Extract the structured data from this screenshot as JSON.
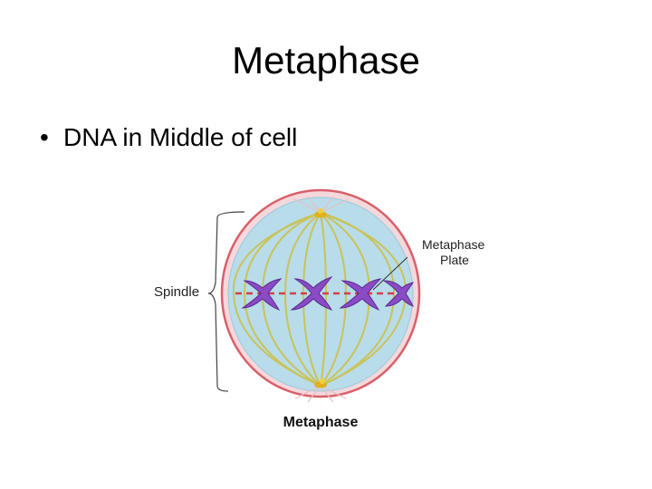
{
  "slide": {
    "title": "Metaphase",
    "bullets": [
      {
        "text": "DNA in Middle of cell"
      }
    ]
  },
  "diagram": {
    "labels": {
      "spindle": "Spindle",
      "plate_line1": "Metaphase",
      "plate_line2": "Plate",
      "caption": "Metaphase"
    },
    "colors": {
      "cell_fill": "#b8dcea",
      "cell_border": "#d9606a",
      "spindle_fibers": "#c9c35a",
      "chromosomes": "#8a4bc4",
      "plate_line": "#d2404a",
      "centrosomes": "#e0b020"
    }
  }
}
